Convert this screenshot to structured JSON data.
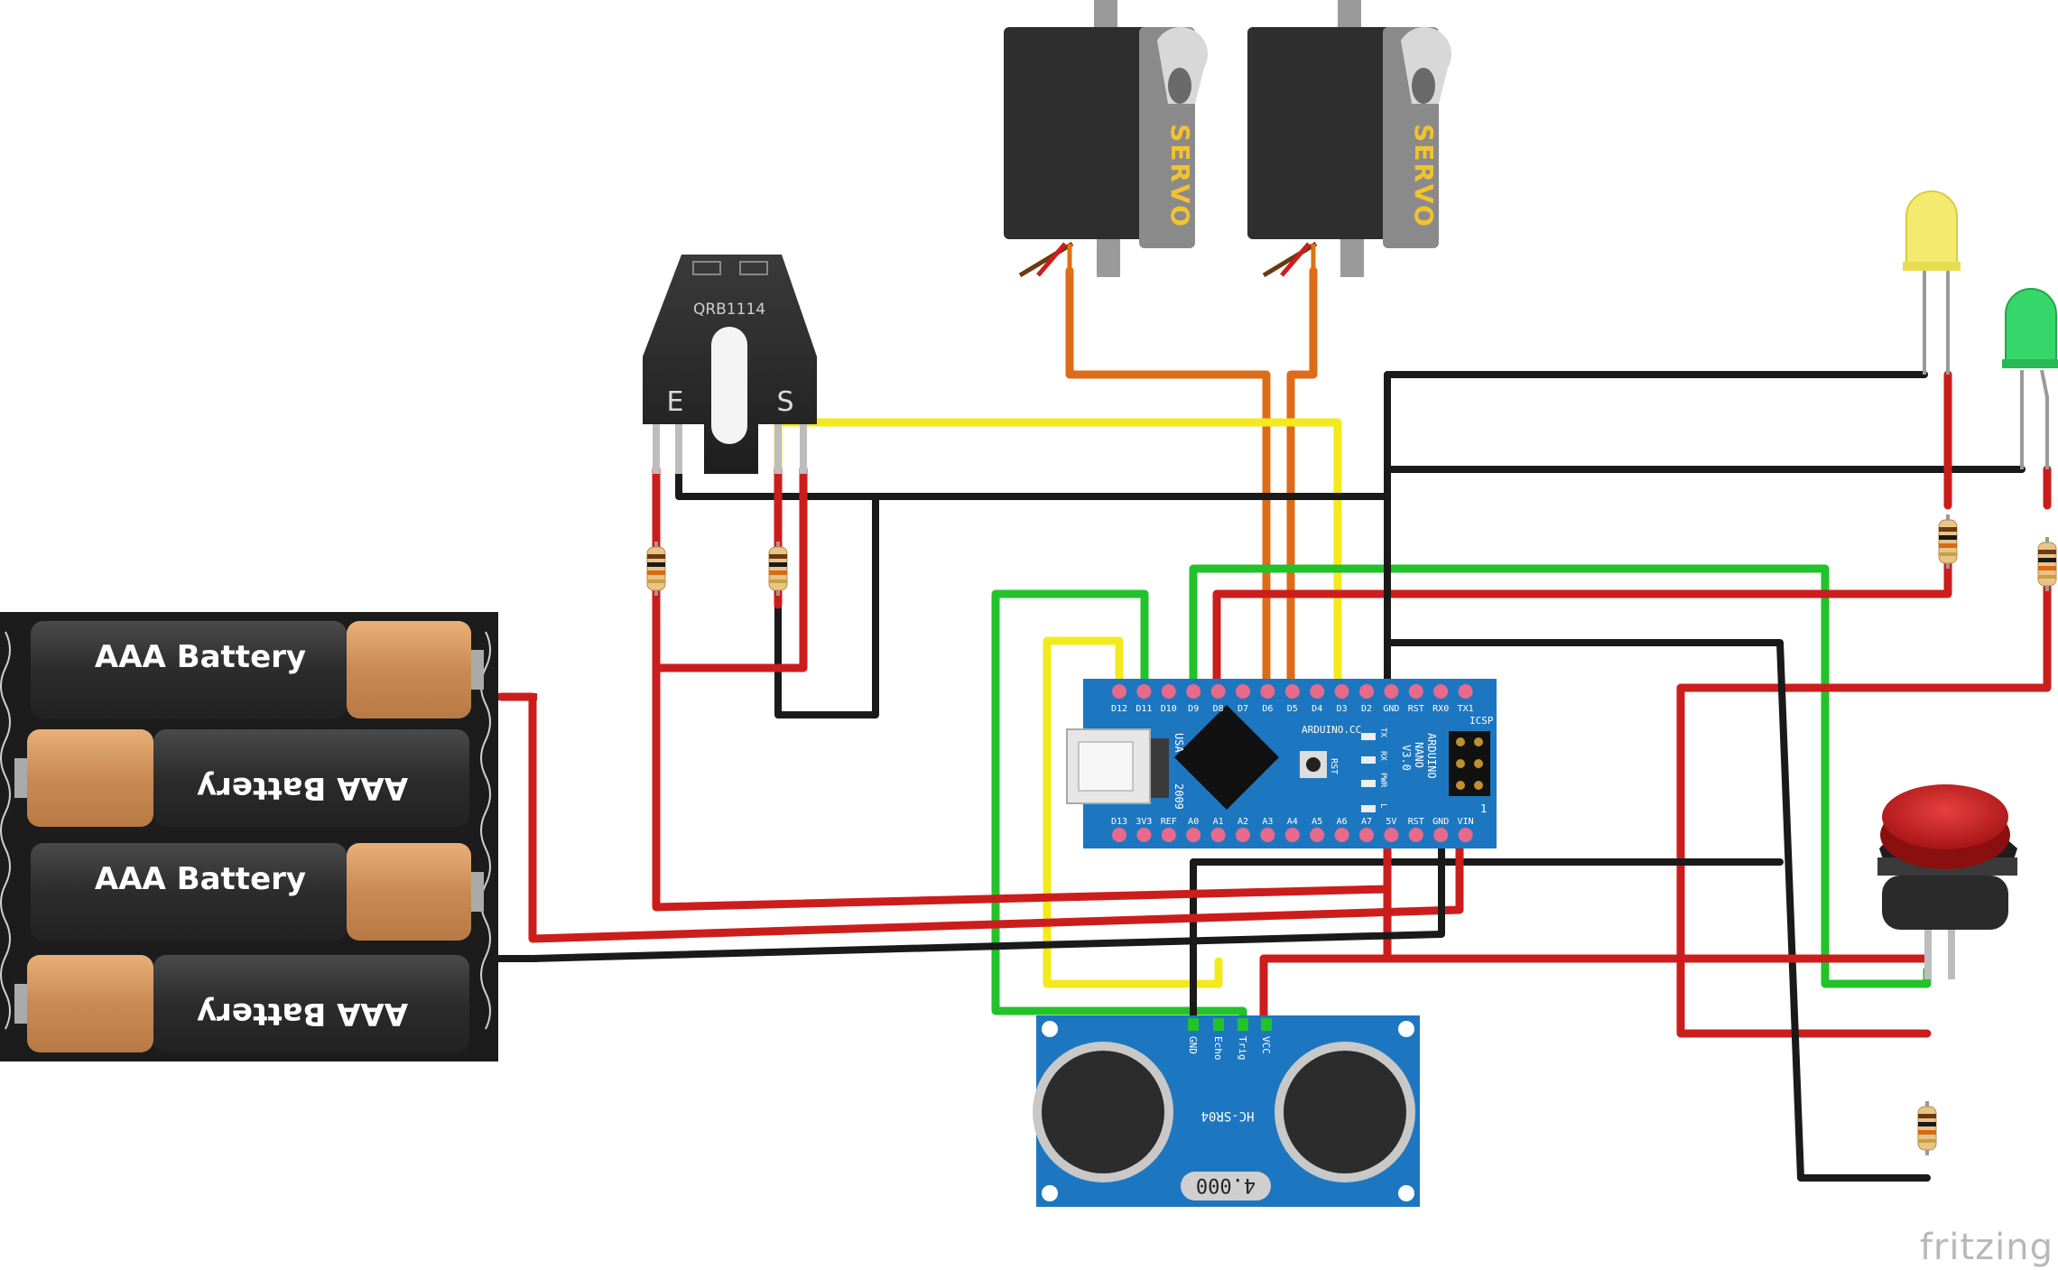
{
  "diagram": {
    "battery": {
      "cells": [
        "AAA Battery",
        "AAA Battery",
        "AAA Battery",
        "AAA Battery"
      ]
    },
    "sensor": {
      "part": "QRB1114",
      "pin_e": "E",
      "pin_s": "S"
    },
    "servos": [
      {
        "label": "SERVO"
      },
      {
        "label": "SERVO"
      }
    ],
    "arduino": {
      "top_pins": [
        "D12",
        "D11",
        "D10",
        "D9",
        "D8",
        "D7",
        "D6",
        "D5",
        "D4",
        "D3",
        "D2",
        "GND",
        "RST",
        "RX0",
        "TX1"
      ],
      "bottom_pins": [
        "D13",
        "3V3",
        "REF",
        "A0",
        "A1",
        "A2",
        "A3",
        "A4",
        "A5",
        "A6",
        "A7",
        "5V",
        "RST",
        "GND",
        "VIN"
      ],
      "usa": "USA",
      "year": "2009",
      "arduino_cc": "ARDUINO.CC",
      "name_lines": [
        "ARDUINO",
        "NANO",
        "V3.0"
      ],
      "icsp": "ICSP",
      "led_labels": [
        "TX",
        "RX",
        "PWR",
        "L"
      ],
      "rst": "RST",
      "icsp_pin1": "1"
    },
    "ultrasonic": {
      "pins": [
        "GND",
        "Echo",
        "Trig",
        "VCC"
      ],
      "model": "HC-SR04",
      "crystal": "4.000"
    },
    "leds": [
      {
        "color": "yellow"
      },
      {
        "color": "green"
      }
    ],
    "button": {
      "color": "#cc1f1f"
    },
    "branding": "fritzing",
    "wire_colors": {
      "red": "#cc1d1d",
      "black": "#1a1a1a",
      "yellow": "#f2ea1c",
      "green": "#22c22a",
      "orange": "#dd6c18"
    }
  }
}
